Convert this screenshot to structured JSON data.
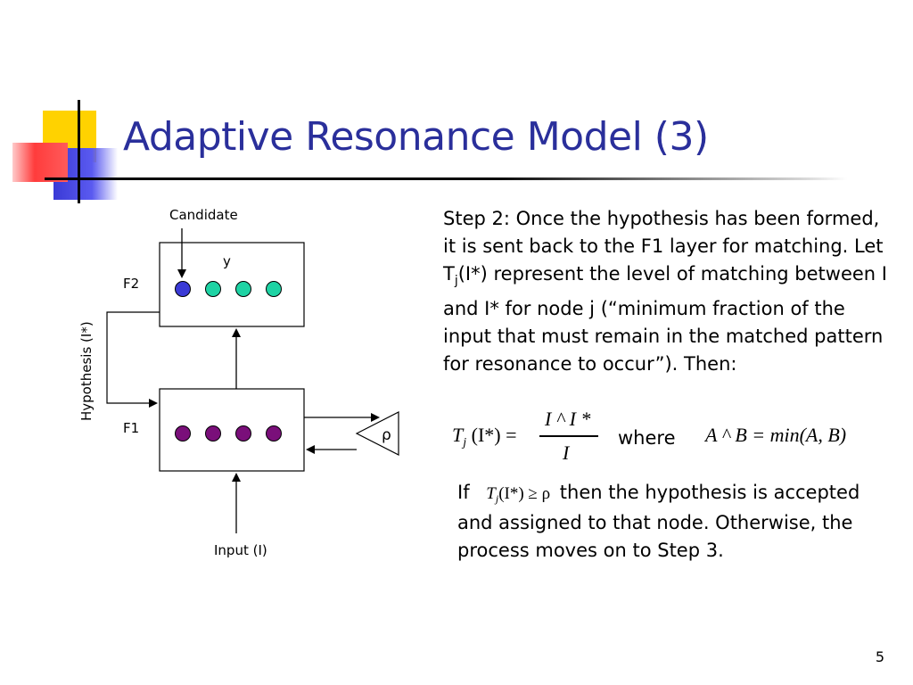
{
  "slide": {
    "title": "Adaptive Resonance Model (3)",
    "page_number": "5"
  },
  "diagram": {
    "candidate_label": "Candidate",
    "y_label": "y",
    "f2_label": "F2",
    "f1_label": "F1",
    "hypothesis_label": "Hypothesis (I*)",
    "rho_label": "ρ",
    "input_label": "Input (I)",
    "colors": {
      "candidate_node": "#3a3ad6",
      "f2_nodes": "#1ed3a4",
      "f1_nodes": "#7a0f7a"
    }
  },
  "text": {
    "step_prefix": "Step 2: Once the hypothesis has been formed, it is sent back to the F1 layer for matching. Let T",
    "step_sub": "j",
    "step_suffix": "(I*) represent the level of matching between I and I* for node j (“minimum fraction of the input that must remain in the matched pattern for resonance to occur”). Then:",
    "where": "where",
    "if_word": "If",
    "then_text": "then the hypothesis is accepted and assigned to that node. Otherwise, the process moves on to Step 3."
  },
  "formula": {
    "lhs_T": "T",
    "lhs_sub": "j",
    "lhs_arg": "(I*) =",
    "numerator": "I ^ I *",
    "denominator": "I",
    "rhs": "A ^ B = min(A, B)",
    "cond_T": "T",
    "cond_sub": "j",
    "cond_rest": "(I*) ≥ ρ"
  }
}
